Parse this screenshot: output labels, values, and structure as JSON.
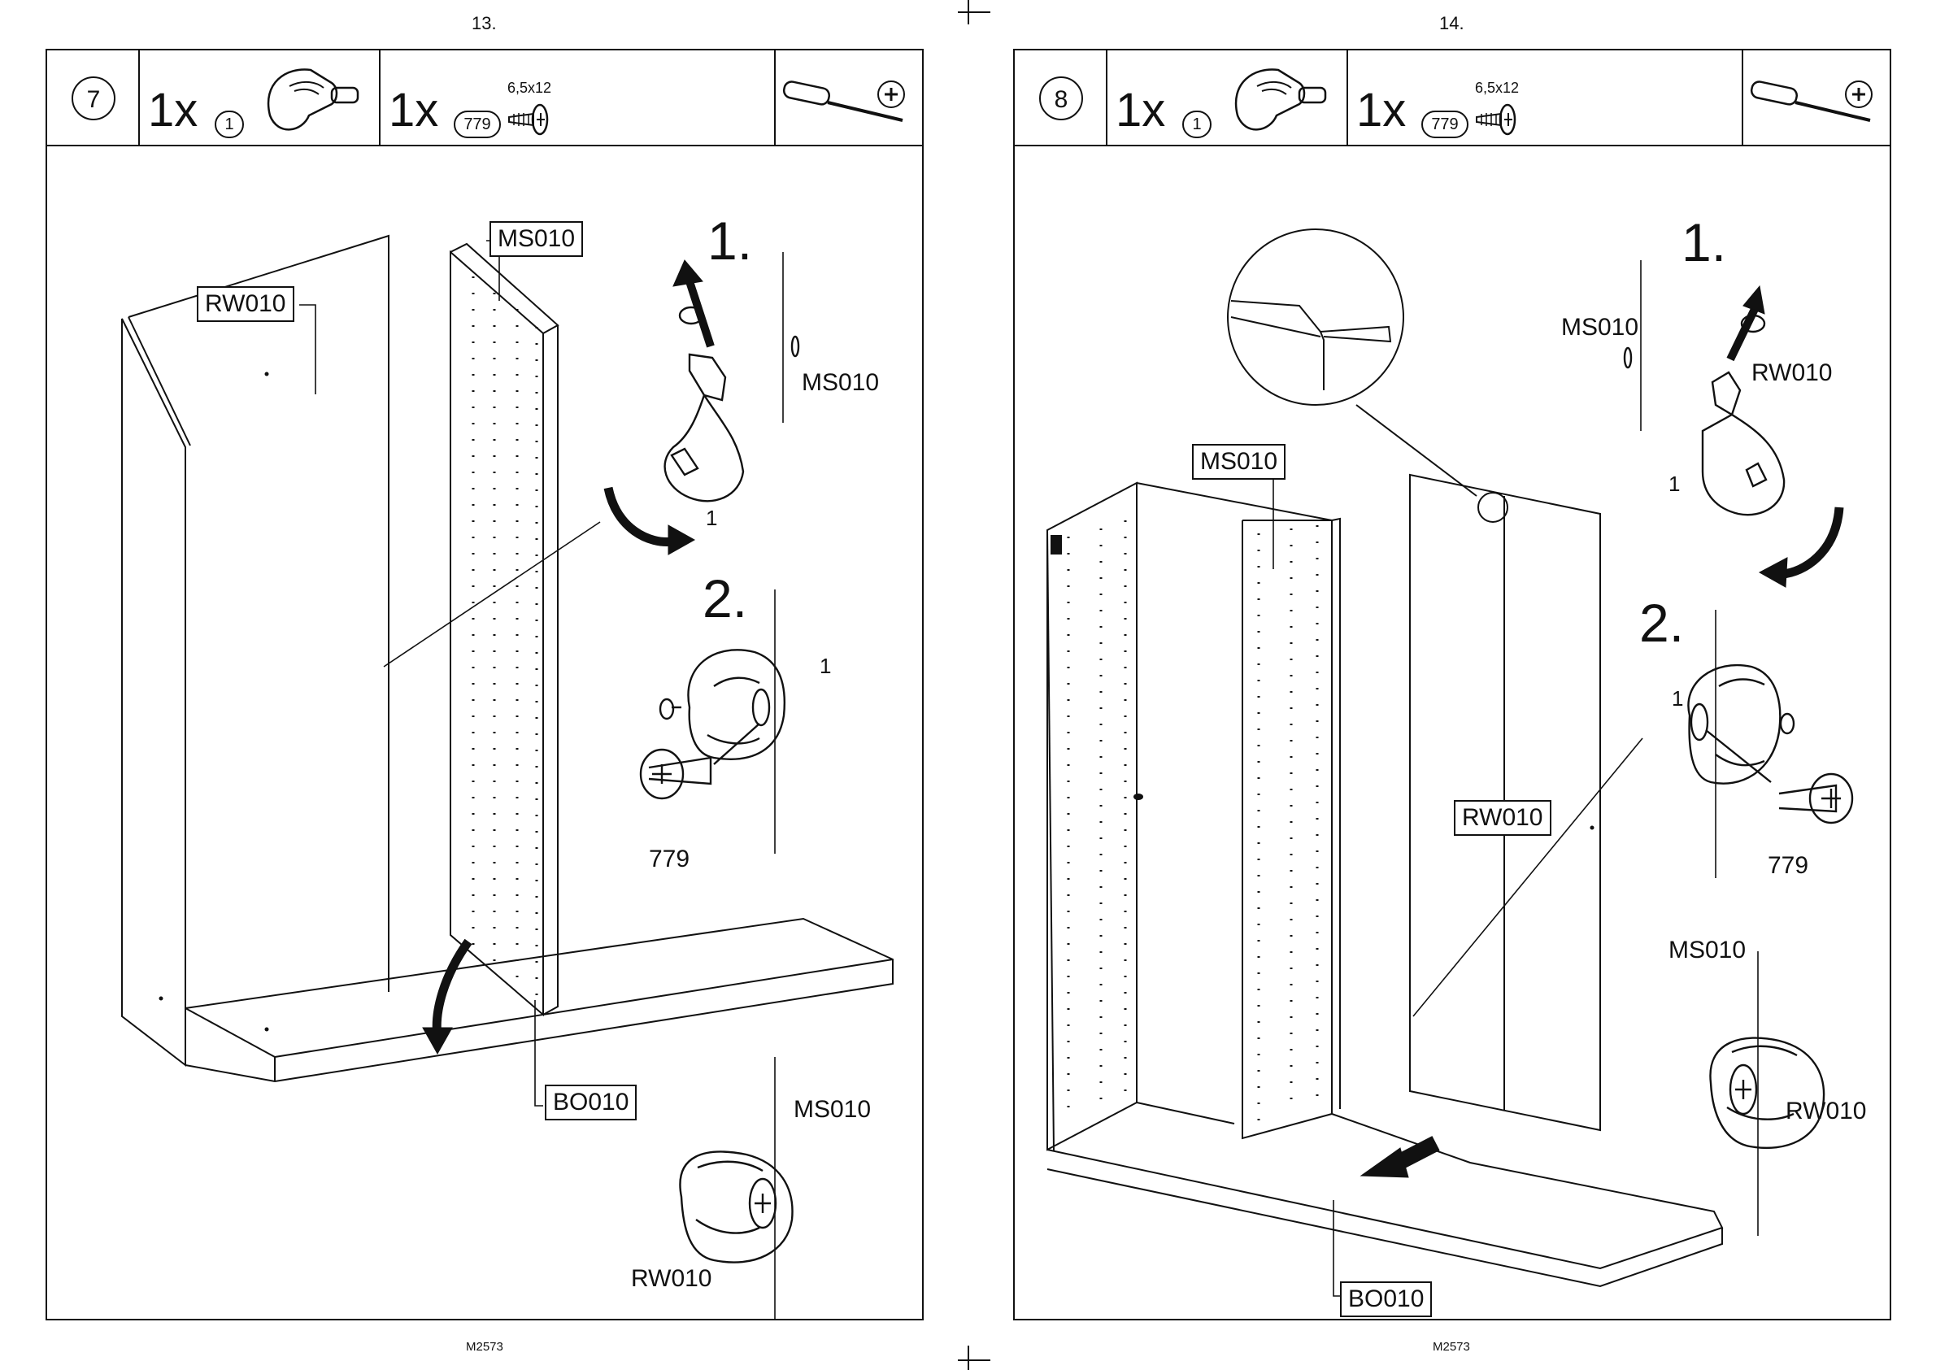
{
  "pages": [
    {
      "page_number": "13.",
      "step": "7",
      "parts": [
        {
          "qty": "1x",
          "part_id": "1"
        },
        {
          "qty": "1x",
          "part_id": "779",
          "spec": "6,5x12"
        }
      ],
      "panel_labels": {
        "rear": "RW010",
        "middle": "MS010",
        "bottom": "BO010"
      },
      "substeps": {
        "first": "1.",
        "second": "2."
      },
      "callouts": {
        "ms_1": "MS010",
        "part_1a": "1",
        "part_1b": "1",
        "screw": "779",
        "ms_2": "MS010",
        "rw_2": "RW010"
      },
      "footer": "M2573"
    },
    {
      "page_number": "14.",
      "step": "8",
      "parts": [
        {
          "qty": "1x",
          "part_id": "1"
        },
        {
          "qty": "1x",
          "part_id": "779",
          "spec": "6,5x12"
        }
      ],
      "panel_labels": {
        "middle": "MS010",
        "rear": "RW010",
        "bottom": "BO010"
      },
      "substeps": {
        "first": "1.",
        "second": "2."
      },
      "callouts": {
        "ms_1": "MS010",
        "rw_1": "RW010",
        "part_1a": "1",
        "part_1b": "1",
        "screw": "779",
        "ms_2": "MS010",
        "rw_2": "RW010"
      },
      "footer": "M2573"
    }
  ]
}
